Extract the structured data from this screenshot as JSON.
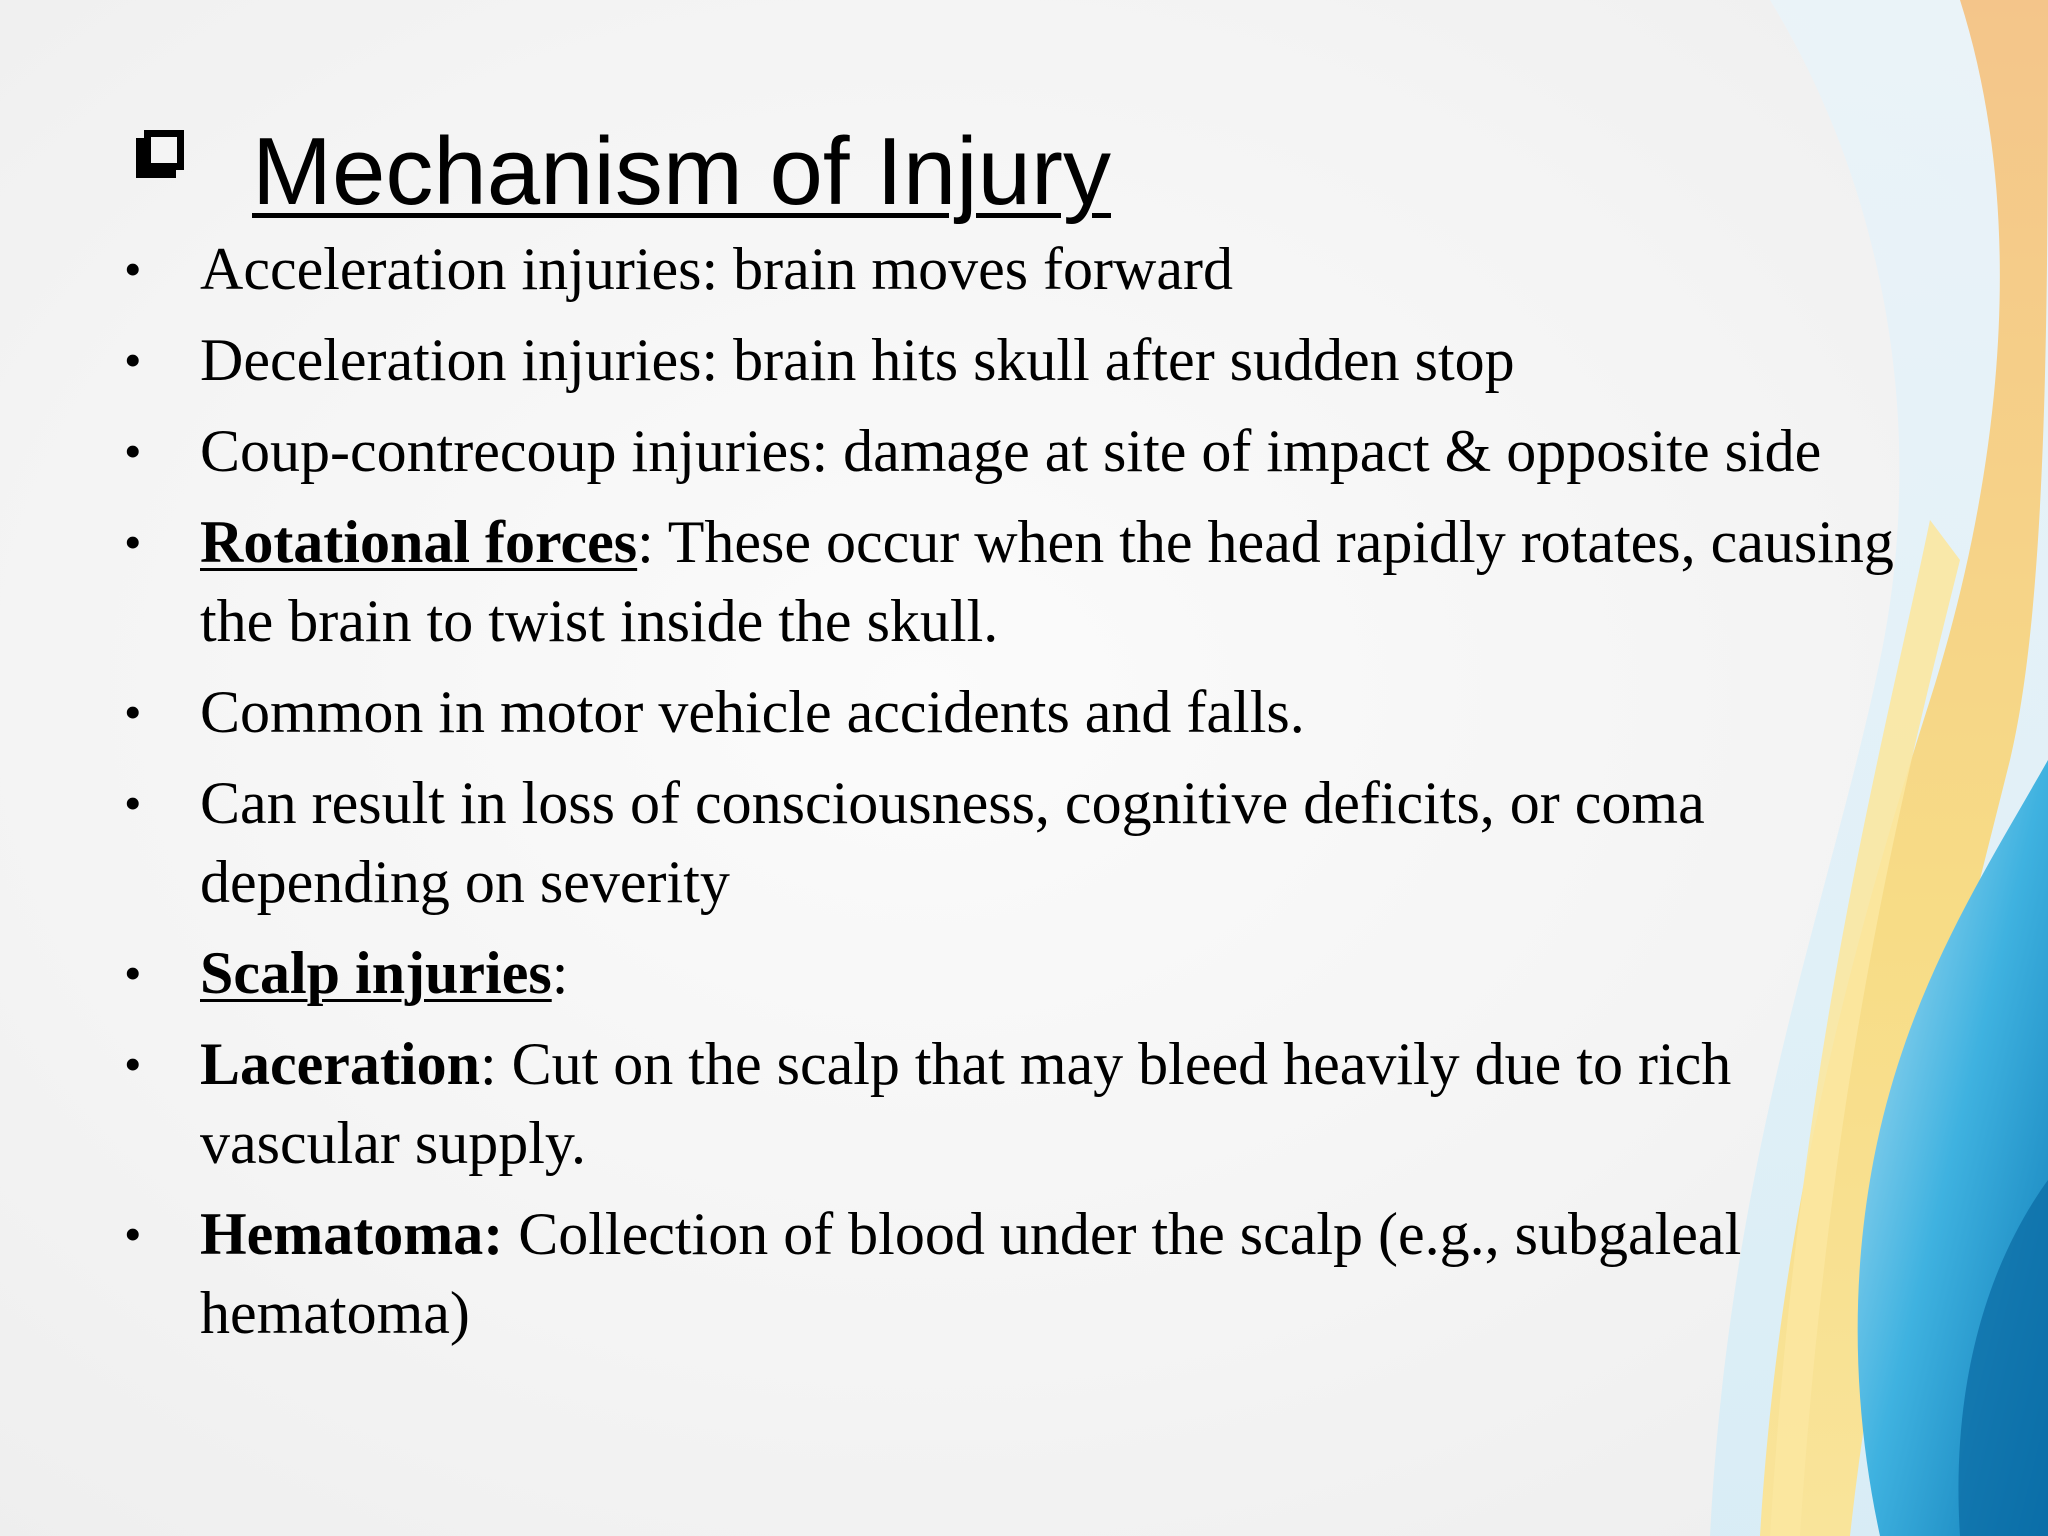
{
  "slide": {
    "title": "Mechanism of Injury",
    "title_marker_icon": "checkbox-square-icon",
    "bullets": [
      {
        "lead": "",
        "text": "Acceleration injuries: brain moves forward"
      },
      {
        "lead": "",
        "text": "Deceleration injuries: brain hits skull after sudden stop"
      },
      {
        "lead": "",
        "text": "Coup-contrecoup injuries: damage at site of impact & opposite side"
      },
      {
        "lead": "Rotational forces",
        "text": ": These occur when the head rapidly rotates, causing the brain to twist inside the skull."
      },
      {
        "lead": "",
        "text": "Common in motor vehicle accidents and falls."
      },
      {
        "lead": "",
        "text": "Can result in loss of consciousness, cognitive deficits, or coma depending on severity"
      },
      {
        "lead": "Scalp injuries",
        "text": ":"
      },
      {
        "lead": "Laceration",
        "text": ": Cut on the scalp that may bleed heavily due to rich vascular supply."
      },
      {
        "lead": "Hematoma:",
        "text": " Collection of blood under the scalp (e.g., subgaleal hematoma)"
      }
    ],
    "colors": {
      "accent_blue": "#1a9fd0",
      "accent_dark_blue": "#0e6fa6",
      "accent_yellow": "#f7d77a",
      "accent_orange": "#f2b66a"
    }
  }
}
